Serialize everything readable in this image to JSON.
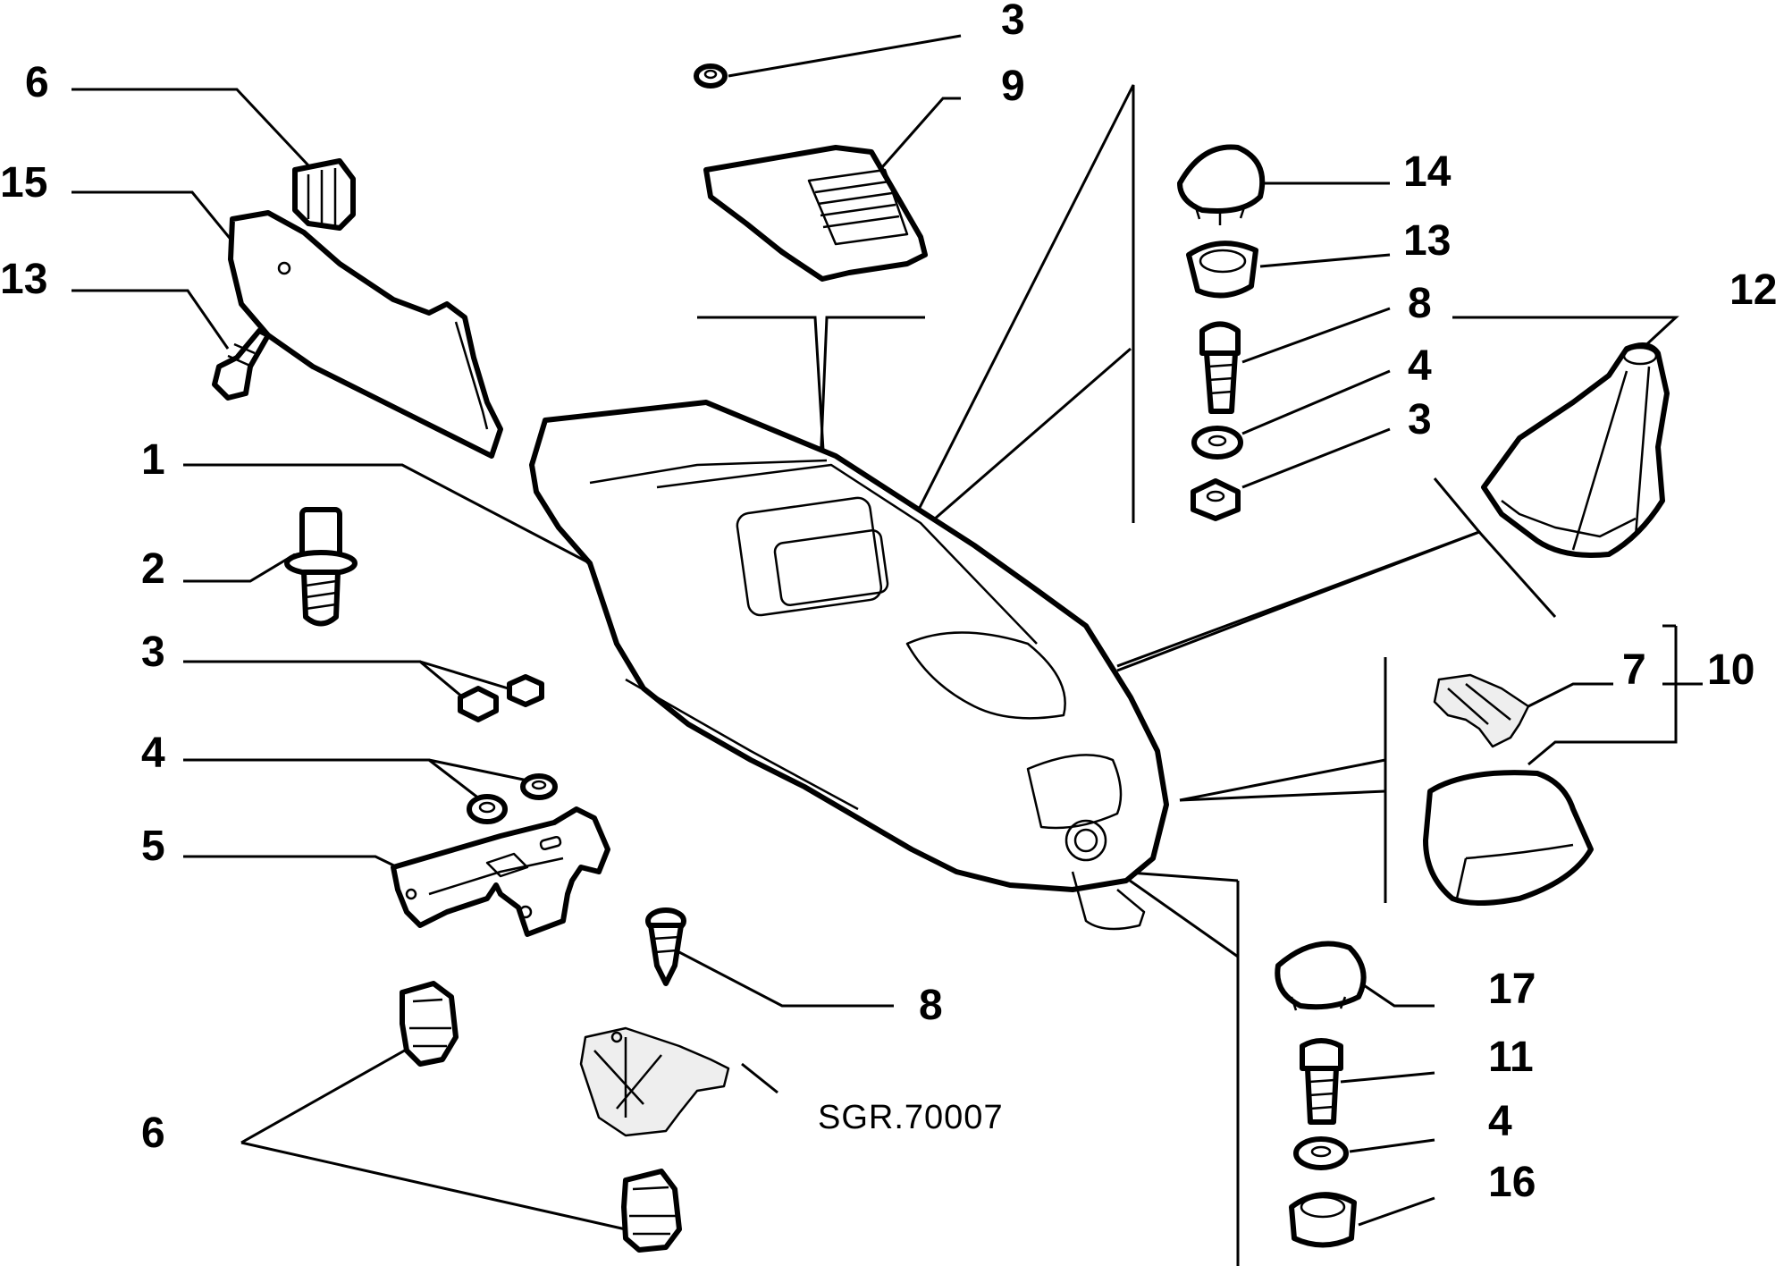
{
  "diagram": {
    "callouts": {
      "c6_top": "6",
      "c15": "15",
      "c13_left": "13",
      "c1": "1",
      "c2": "2",
      "c3_left": "3",
      "c4_left": "4",
      "c5": "5",
      "c6_bottom": "6",
      "c8_center": "8",
      "c3_top": "3",
      "c9": "9",
      "c14": "14",
      "c13_right": "13",
      "c8_right": "8",
      "c4_right_upper": "4",
      "c3_right": "3",
      "c12": "12",
      "c7": "7",
      "c10": "10",
      "c17": "17",
      "c11": "11",
      "c4_right_lower": "4",
      "c16": "16"
    },
    "reference_code": "SGR.70007"
  }
}
